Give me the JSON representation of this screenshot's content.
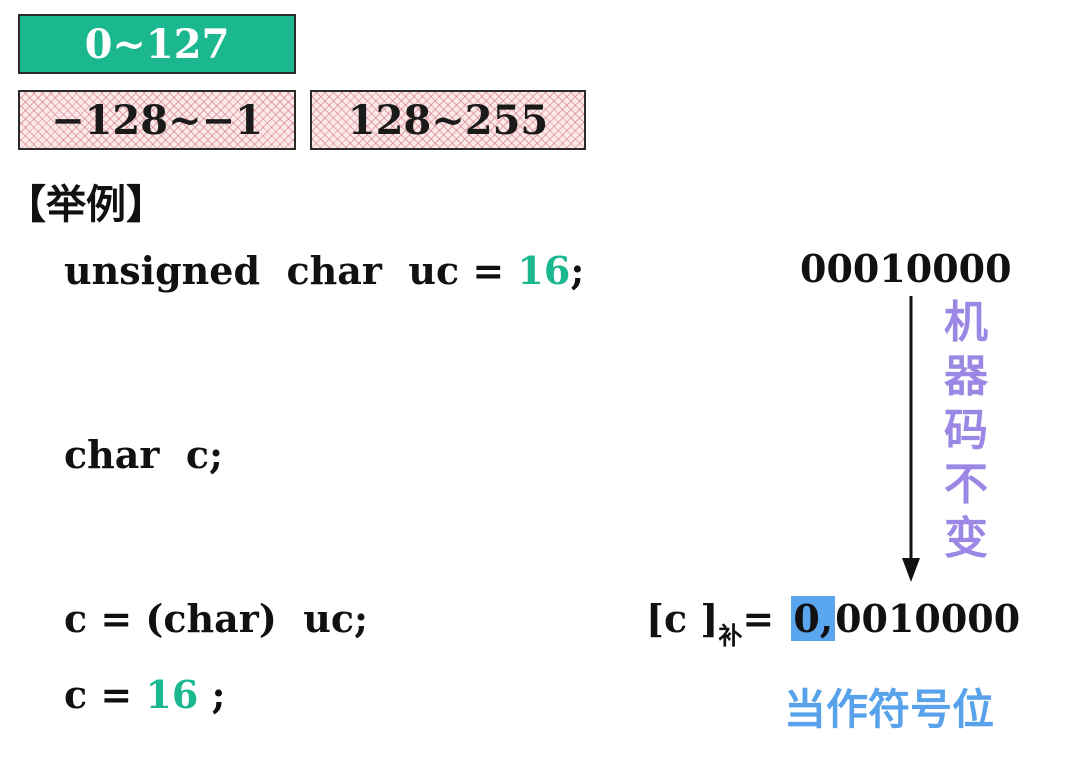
{
  "ranges": {
    "positive": "0~127",
    "negative": "−128~−1",
    "high": "128~255"
  },
  "heading": "【举例】",
  "code": {
    "line1_prefix": "unsigned  char  uc = ",
    "line1_value": "16",
    "line1_suffix": ";",
    "line2": "char  c;",
    "line3": "c = (char)  uc;",
    "line4_prefix": "c = ",
    "line4_value": "16",
    "line4_suffix": " ;"
  },
  "binary": {
    "top": "00010000",
    "label_open": "[c ]",
    "label_sub": "补",
    "equals": "= ",
    "sign_bit": "0,",
    "rest": "0010000"
  },
  "note_vertical": [
    "机",
    "器",
    "码",
    "不",
    "变"
  ],
  "caption": "当作符号位",
  "colors": {
    "teal": "#1bb88f",
    "violet": "#9b87e4",
    "blue": "#57a2ea",
    "sign_highlight": "#5aa6ee"
  }
}
